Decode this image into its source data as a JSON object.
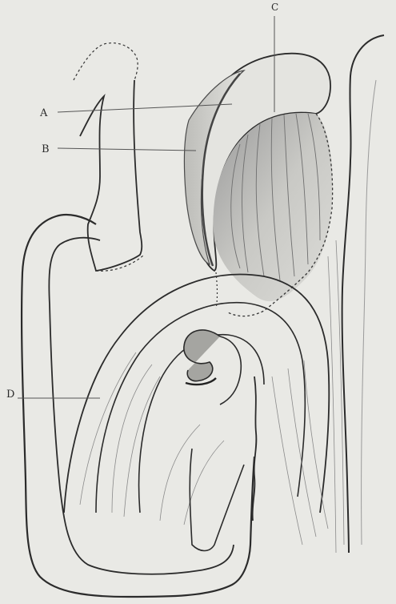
{
  "figure": {
    "labels": {
      "a": "A",
      "b": "B",
      "c": "C",
      "d": "D"
    },
    "colors": {
      "background": "#e9e9e5",
      "outline": "#2b2b2b",
      "shading": "#8f8f8f",
      "fibers": "#7a7a7a"
    }
  }
}
